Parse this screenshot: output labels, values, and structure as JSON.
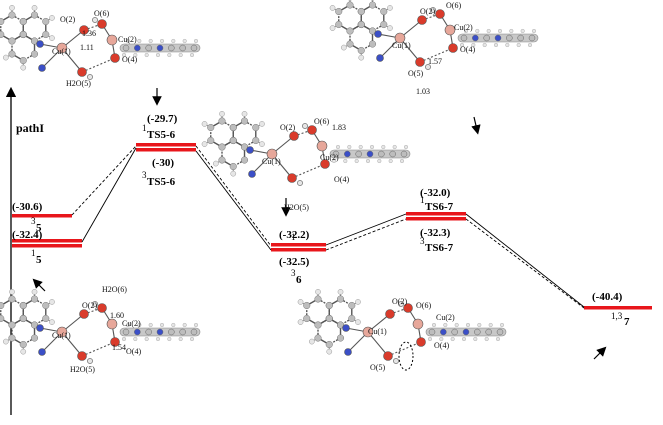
{
  "path_label": "pathI",
  "colors": {
    "level": "#e8161b",
    "path_label": "#e8161b",
    "axis": "#000000",
    "carbon": "#bdbdbd",
    "hydrogen": "#e6e6e6",
    "nitrogen": "#3b4fc7",
    "oxygen": "#d93b2b",
    "copper": "#e7a79a"
  },
  "levels": [
    {
      "id": "s35",
      "value": "(-30.6)",
      "state": "5",
      "spin": "3"
    },
    {
      "id": "s15",
      "value": "(-32.4)",
      "state": "5",
      "spin": "1"
    },
    {
      "id": "ts56",
      "value": "(-29.7)",
      "value2": "(-30)",
      "state": "TS5-6",
      "spin": "1",
      "spin2": "3"
    },
    {
      "id": "s6",
      "value": "(-32.2)",
      "value2": "(-32.5)",
      "state": "6",
      "spin": "1",
      "spin2": "3"
    },
    {
      "id": "ts67",
      "value": "(-32.0)",
      "value2": "(-32.3)",
      "state": "TS6-7",
      "spin": "1",
      "spin2": "3"
    },
    {
      "id": "s7",
      "value": "(-40.4)",
      "state": "7",
      "spin": "1,3"
    }
  ],
  "structures": {
    "ts56": {
      "labels": [
        "O(2)",
        "O(6)",
        "Cu(2)",
        "Cu(1)",
        "O(4)",
        "H2O(5)"
      ],
      "distances": [
        "1.36",
        "1.11"
      ]
    },
    "s6": {
      "labels": [
        "O(2)",
        "O(6)",
        "Cu(2)",
        "Cu(1)",
        "O(4)",
        "O(5)"
      ],
      "distances": [
        "1.57",
        "1.03"
      ]
    },
    "ts67": {
      "labels": [
        "O(2)",
        "O(6)",
        "Cu(2)",
        "Cu(1)",
        "O(4)",
        "H2O(5)"
      ],
      "distances": [
        "1.83"
      ]
    },
    "s5": {
      "labels": [
        "H2O(6)",
        "O(2)",
        "Cu(2)",
        "Cu(1)",
        "O(4)",
        "H2O(5)"
      ],
      "distances": [
        "1.60",
        "1.54"
      ]
    },
    "s7": {
      "labels": [
        "O(2)",
        "O(6)",
        "Cu(2)",
        "Cu(1)",
        "O(4)",
        "O(5)"
      ],
      "distances": []
    }
  }
}
